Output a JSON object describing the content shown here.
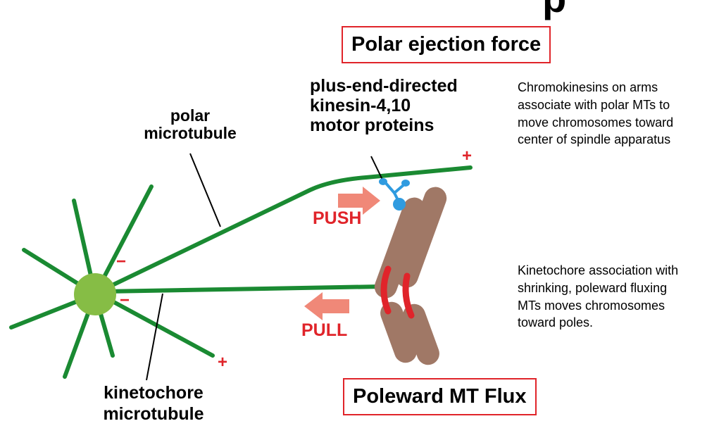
{
  "title_fragment": "p",
  "boxes": {
    "polar_ejection": "Polar ejection force",
    "poleward_flux": "Poleward MT Flux"
  },
  "labels": {
    "polar_mt_line1": "polar",
    "polar_mt_line2": "microtubule",
    "motor_line1": "plus-end-directed",
    "motor_line2": "kinesin-4,10",
    "motor_line3": "motor proteins",
    "kinetochore_mt_line1": "kinetochore",
    "kinetochore_mt_line2": "microtubule"
  },
  "forces": {
    "push": "PUSH",
    "pull": "PULL"
  },
  "signs": {
    "minus": "−",
    "plus": "+"
  },
  "descriptions": {
    "polar_ejection": [
      "Chromokinesins on arms",
      "associate with polar MTs to",
      "move chromosomes toward",
      "center of spindle apparatus"
    ],
    "poleward_flux": [
      "Kinetochore association with",
      "shrinking, poleward fluxing",
      "MTs moves chromosomes",
      "toward poles."
    ]
  },
  "colors": {
    "microtubule": "#1a8a32",
    "centrosome": "#86bd45",
    "chromosome": "#a07866",
    "kinetochore": "#e0242a",
    "motor": "#2f9be0",
    "arrow": "#f08878",
    "accent": "#e0242a"
  }
}
